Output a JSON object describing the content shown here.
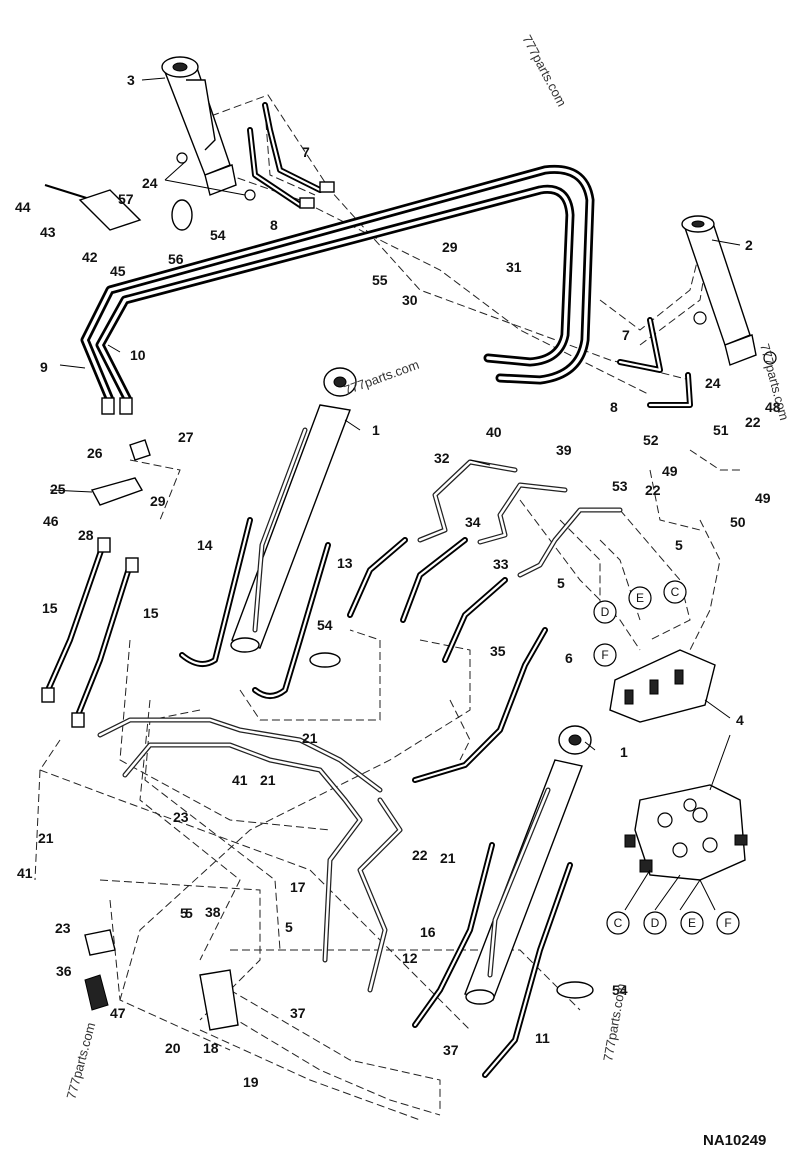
{
  "figure_id": "NA10249",
  "watermarks": [
    "777parts.com",
    "777parts.com",
    "777parts.com",
    "777parts.com",
    "777parts.com"
  ],
  "callouts": [
    "1",
    "1",
    "2",
    "3",
    "4",
    "5",
    "5",
    "5",
    "5",
    "5",
    "6",
    "7",
    "7",
    "8",
    "8",
    "9",
    "10",
    "11",
    "12",
    "13",
    "14",
    "15",
    "15",
    "16",
    "17",
    "18",
    "19",
    "20",
    "21",
    "21",
    "21",
    "21",
    "22",
    "22",
    "22",
    "23",
    "23",
    "24",
    "24",
    "25",
    "26",
    "27",
    "28",
    "29",
    "29",
    "30",
    "31",
    "32",
    "33",
    "34",
    "35",
    "36",
    "37",
    "37",
    "38",
    "39",
    "40",
    "41",
    "41",
    "42",
    "43",
    "44",
    "45",
    "46",
    "47",
    "48",
    "49",
    "49",
    "50",
    "51",
    "52",
    "53",
    "54",
    "54",
    "54",
    "55",
    "56",
    "57"
  ],
  "port_letters": [
    "C",
    "D",
    "E",
    "F",
    "C",
    "D",
    "E",
    "F"
  ],
  "icons": [
    "hydraulic-cylinder",
    "control-valve",
    "hose",
    "tube",
    "fitting",
    "cable-tie",
    "bracket",
    "o-ring"
  ]
}
